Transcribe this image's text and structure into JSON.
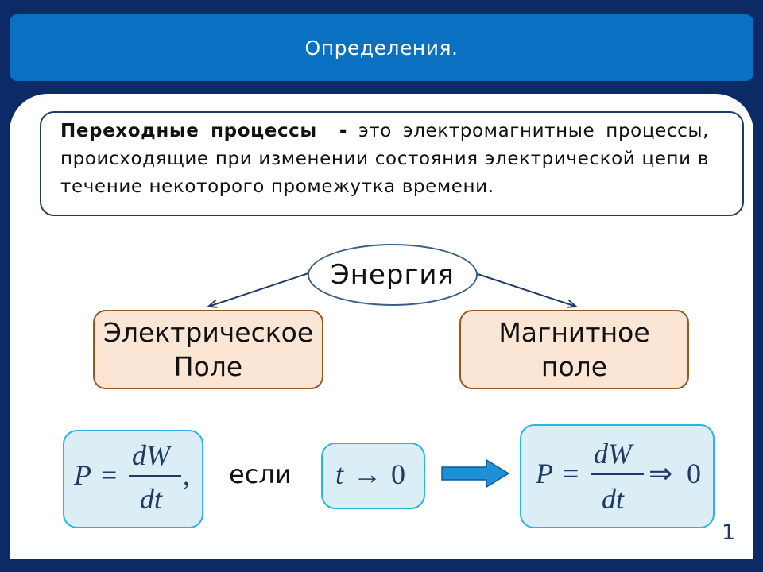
{
  "title": "Определения.",
  "definition": {
    "term": "Переходные процессы",
    "dash": "-",
    "text": "это электромагнитные процессы, происходящие при изменении состояния электрической цепи в течение некоторого промежутка времени."
  },
  "energy_label": "Энергия",
  "electric_box": {
    "line1": "Электрическое",
    "line2": "Поле"
  },
  "magnetic_box": {
    "line1": "Магнитное",
    "line2": "поле"
  },
  "formula1": {
    "lhs": "P",
    "eq": "=",
    "num": "dW",
    "den": "dt",
    "comma": ","
  },
  "condition_word": "если",
  "formula2": {
    "var": "t",
    "arrow": "→",
    "val": "0"
  },
  "formula3": {
    "lhs": "P",
    "eq": "=",
    "num": "dW",
    "den": "dt",
    "implies": "⇒",
    "val": "0"
  },
  "page_number": "1",
  "colors": {
    "background": "#0b2a66",
    "title_bar": "#0a70c2",
    "field_box_fill": "#fbe6d6",
    "field_box_border": "#9b5523",
    "formula_box_fill": "#dbeef5",
    "formula_box_border": "#28b4e6",
    "arrow": "#1e90d8"
  }
}
